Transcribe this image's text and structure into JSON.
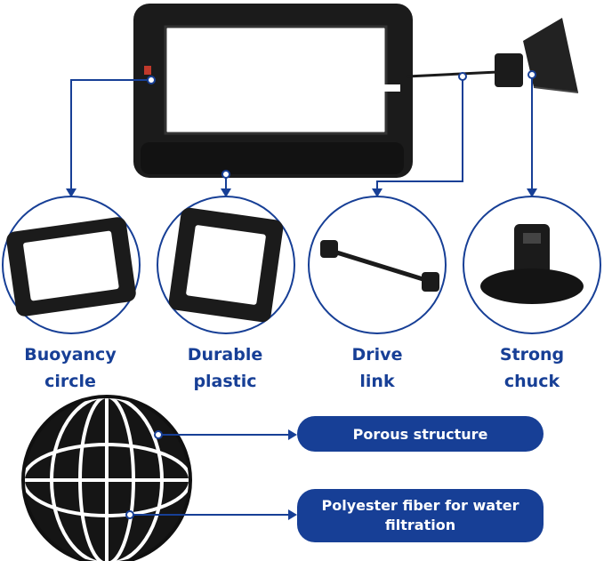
{
  "colors": {
    "accent": "#173f96",
    "product": "#1b1b1b",
    "background": "#ffffff"
  },
  "features": [
    {
      "line1": "Buoyancy",
      "line2": "circle",
      "icon": "square-ring-icon"
    },
    {
      "line1": "Durable",
      "line2": "plastic",
      "icon": "square-ring-icon"
    },
    {
      "line1": "Drive",
      "line2": "link",
      "icon": "drive-link-rod-icon"
    },
    {
      "line1": "Strong",
      "line2": "chuck",
      "icon": "suction-cup-icon"
    }
  ],
  "callouts": [
    {
      "text": "Porous structure"
    },
    {
      "line1": "Polyester fiber for water",
      "line2": "filtration"
    }
  ]
}
